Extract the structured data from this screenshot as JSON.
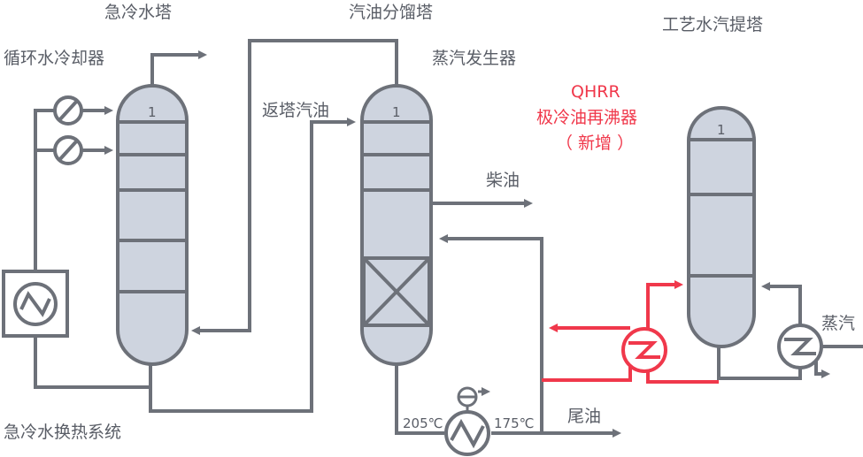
{
  "labels": {
    "quench_tower": "急冷水塔",
    "gasoline_fractionator": "汽油分馏塔",
    "stripper": "工艺水汽提塔",
    "circ_cooler": "循环水冷却器",
    "steam_generator": "蒸汽发生器",
    "return_gasoline": "返塔汽油",
    "diesel": "柴油",
    "tail_oil": "尾油",
    "quench_hx_system": "急冷水换热系统",
    "steam": "蒸汽",
    "temp_in": "205℃",
    "temp_out": "175℃",
    "qhrr_line1": "QHRR",
    "qhrr_line2": "极冷油再沸器",
    "qhrr_line3": "（ 新增 ）"
  },
  "vessels": {
    "quench_tray_no": "1",
    "fractionator_tray_no": "1",
    "stripper_tray_no": "1"
  },
  "colors": {
    "pipe": "#6d7179",
    "vessel_fill": "#ced4df",
    "highlight": "#f0384b",
    "text": "#595d66"
  },
  "icons": [
    "cooler-icon",
    "heat-exchanger-icon",
    "reboiler-icon",
    "pump-icon"
  ]
}
